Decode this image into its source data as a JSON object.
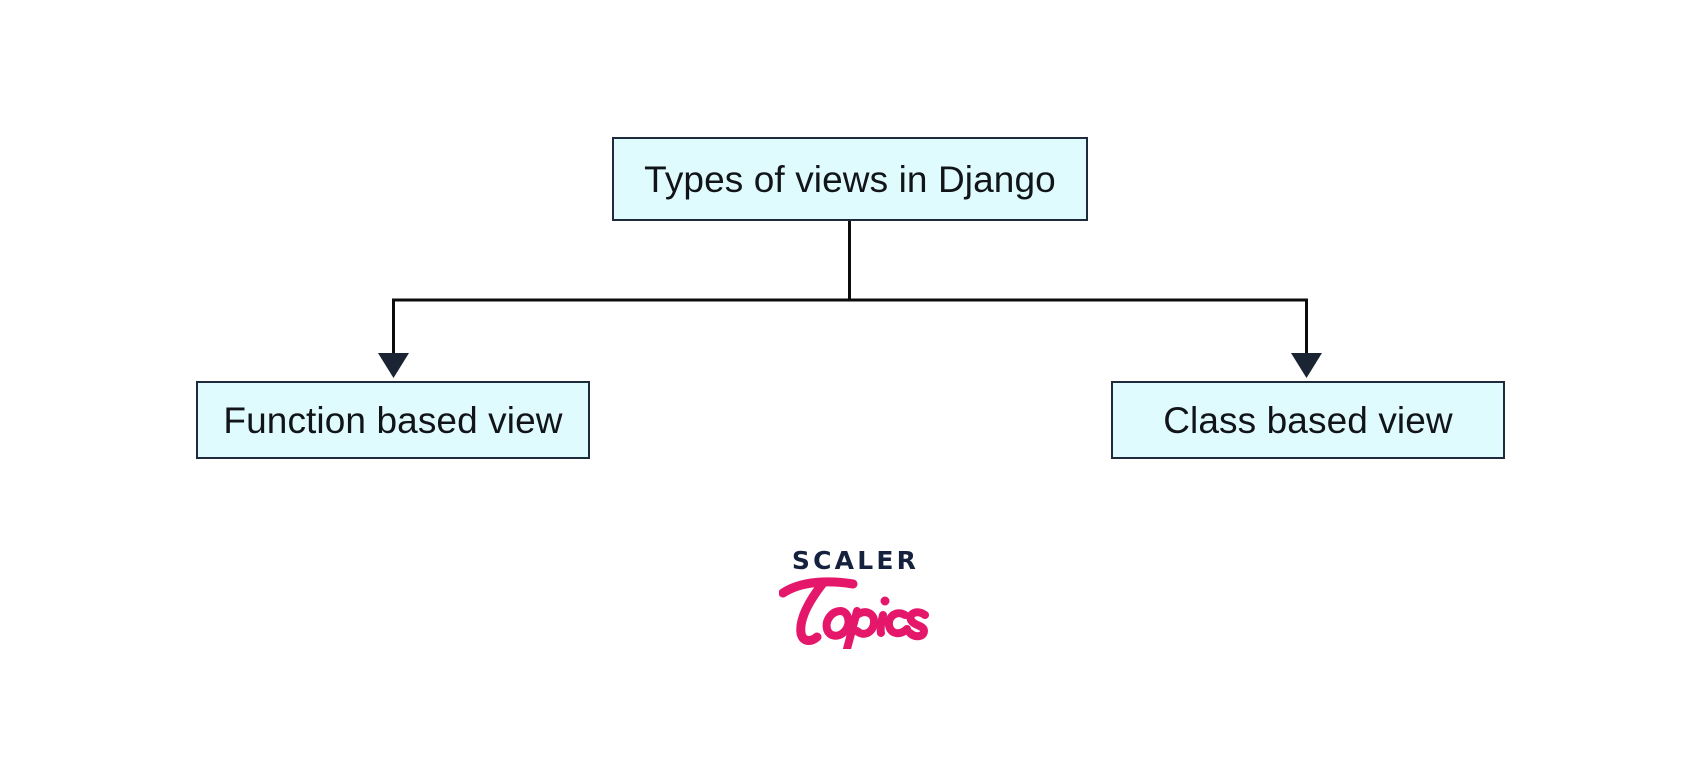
{
  "diagram": {
    "type": "tree-flowchart",
    "title": "Types of views in Django",
    "root": {
      "id": "root",
      "label": "Types of views in Django"
    },
    "children": [
      {
        "id": "fbv",
        "label": "Function based view"
      },
      {
        "id": "cbv",
        "label": "Class based view"
      }
    ],
    "connectors": [
      {
        "from": "root",
        "to": "fbv",
        "style": "elbow-arrow"
      },
      {
        "from": "root",
        "to": "cbv",
        "style": "elbow-arrow"
      }
    ],
    "colors": {
      "node_fill": "#e0fbfd",
      "node_border": "#1d2b3c",
      "node_text": "#111418",
      "connector": "#0b0b0b",
      "background": "#ffffff"
    }
  },
  "branding": {
    "wordmark": "SCALER",
    "script": "Topics",
    "wordmark_color": "#16213e",
    "script_color": "#e4176b"
  }
}
